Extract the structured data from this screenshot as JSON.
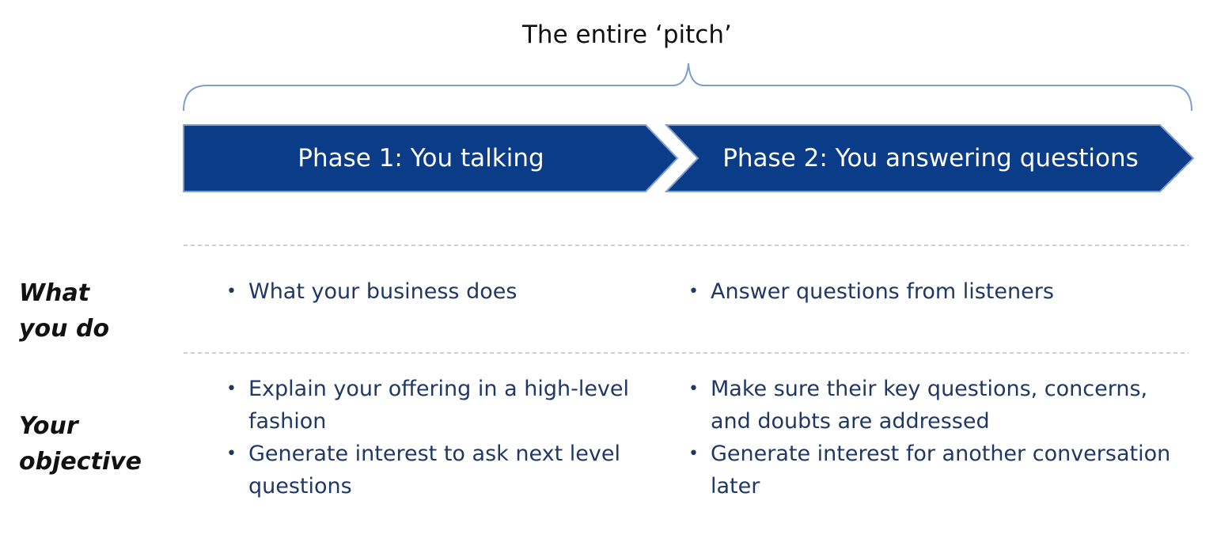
{
  "title": "The entire ‘pitch’",
  "phases": [
    {
      "label": "Phase 1: You talking"
    },
    {
      "label": "Phase 2: You answering questions"
    }
  ],
  "rows": {
    "what_you_do": {
      "label_line1": "What",
      "label_line2": "you do",
      "phase1_items": [
        "What your business does"
      ],
      "phase2_items": [
        "Answer questions from listeners"
      ]
    },
    "your_objective": {
      "label_line1": "Your",
      "label_line2": "objective",
      "phase1_items": [
        "Explain your offering in a high-level fashion",
        "Generate interest to ask next level questions"
      ],
      "phase2_items": [
        "Make sure their key questions, concerns, and doubts are addressed",
        "Generate interest for another conversation later"
      ]
    }
  },
  "colors": {
    "arrow_fill": "#0b3c87",
    "arrow_stroke": "#7f9fcf",
    "bullet_text": "#1f3864",
    "brace": "#7f9fcf",
    "divider": "#bfbfbf"
  }
}
